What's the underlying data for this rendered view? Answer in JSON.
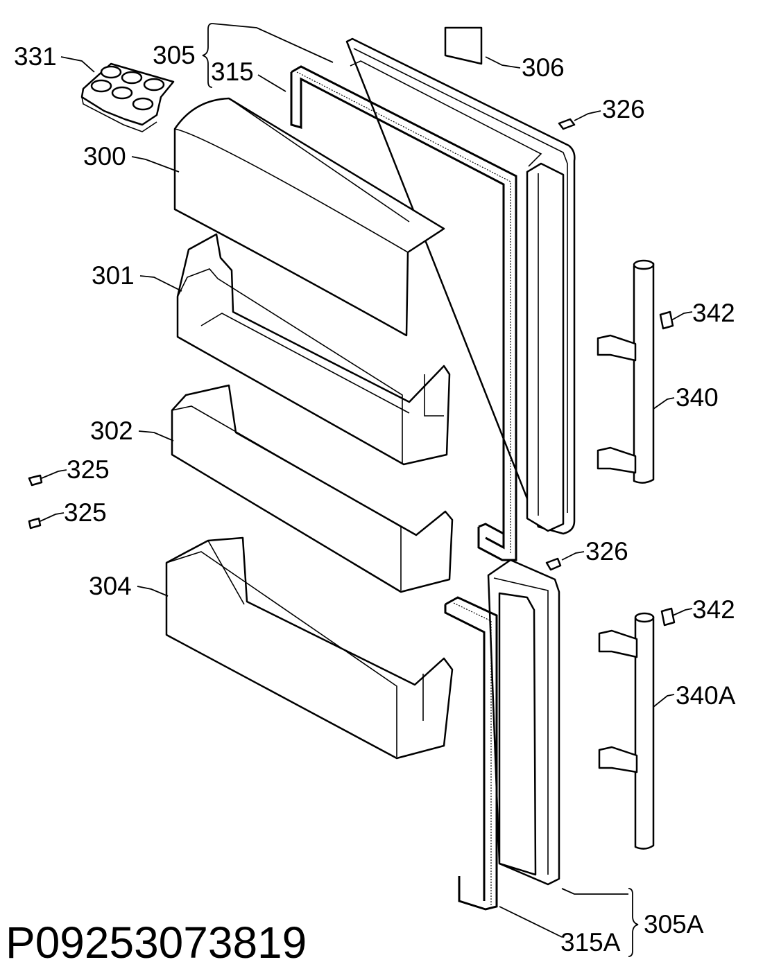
{
  "labels": {
    "p331": "331",
    "p305": "305",
    "p315": "315",
    "p306": "306",
    "p326_top": "326",
    "p300": "300",
    "p301": "301",
    "p342_top": "342",
    "p340": "340",
    "p302": "302",
    "p325_a": "325",
    "p325_b": "325",
    "p326_bottom": "326",
    "p304": "304",
    "p342_bottom": "342",
    "p340A": "340A",
    "p305A": "305A",
    "p315A": "315A"
  },
  "drawing_code": "P09253073819"
}
